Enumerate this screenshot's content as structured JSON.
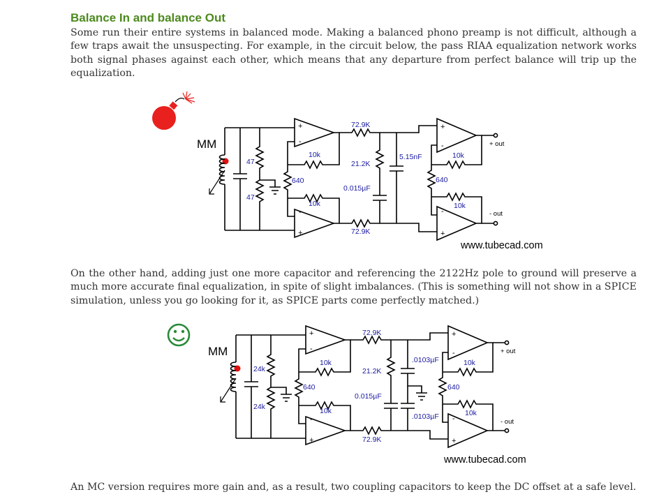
{
  "article": {
    "heading": "Balance In and balance Out",
    "para1": "Some run their entire systems in balanced mode. Making a balanced phono preamp is not difficult, although a few traps await the unsuspecting. For example, in the circuit below, the pass RIAA equalization network works both signal phases against each other, which means that any departure from perfect balance will trip up the equalization.",
    "para2": "On the other hand, adding just one more capacitor and referencing the 2122Hz pole to ground will preserve a much more accurate final equalization, in spite of slight imbalances. (This is something will not show in a SPICE simulation, unless you go looking for it, as SPICE parts come perfectly matched.)",
    "para3": "An MC version requires more gain and, as a result, two coupling capacitors to keep the DC offset at a safe level."
  },
  "figure1": {
    "icon": "bomb-icon",
    "input": "MM",
    "r_in_top": "47",
    "r_in_bot": "47",
    "r_fb_top": "10k",
    "r_fb_bot": "10k",
    "r_gain": "640",
    "r_series_top": "72.9K",
    "r_series_bot": "72.9K",
    "r_shunt": "21.2K",
    "c_shunt": "0.015µF",
    "c_bridge": "5.15nF",
    "r_gain_out": "640",
    "r_fb_out_top": "10k",
    "r_fb_out_bot": "10k",
    "plus": "+",
    "minus": "-",
    "out_pos": "+ out",
    "out_neg": "- out",
    "website": "www.tubecad.com"
  },
  "figure2": {
    "icon": "smiley-icon",
    "input": "MM",
    "r_in_top": "24k",
    "r_in_bot": "24k",
    "r_fb_top": "10k",
    "r_fb_bot": "10k",
    "r_gain": "640",
    "r_series_top": "72.9K",
    "r_series_bot": "72.9K",
    "r_shunt": "21.2K",
    "c_shunt": "0.015µF",
    "c_top": ".0103µF",
    "c_bot": ".0103µF",
    "r_gain_out": "640",
    "r_fb_out_top": "10k",
    "r_fb_out_bot": "10k",
    "plus": "+",
    "minus": "-",
    "out_pos": "+ out",
    "out_neg": "- out",
    "website": "www.tubecad.com"
  },
  "colors": {
    "heading": "#4c8a1f",
    "component_label": "#1a1aa0",
    "bomb": "#e8201e",
    "smiley": "#2a8a3a"
  }
}
